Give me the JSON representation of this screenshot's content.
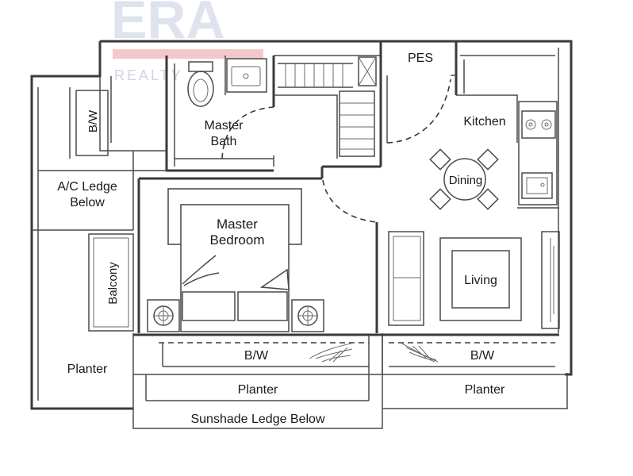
{
  "watermark": {
    "brand": "ERA",
    "tagline": "REALTY"
  },
  "rooms": {
    "pes": "PES",
    "kitchen": "Kitchen",
    "dining": "Dining",
    "master_bath_line1": "Master",
    "master_bath_line2": "Bath",
    "bw_left": "B/W",
    "ac_ledge_line1": "A/C Ledge",
    "ac_ledge_line2": "Below",
    "master_bedroom_line1": "Master",
    "master_bedroom_line2": "Bedroom",
    "living": "Living",
    "balcony": "Balcony",
    "planter_left": "Planter",
    "bw_bedroom": "B/W",
    "bw_living": "B/W",
    "planter_bedroom": "Planter",
    "planter_living": "Planter",
    "sunshade": "Sunshade Ledge Below"
  },
  "colors": {
    "wall": "#3a3a3a",
    "watermark_brand": "#dfe3ef",
    "watermark_band": "#f3c8cc",
    "watermark_tagline": "#cfd4e2"
  }
}
